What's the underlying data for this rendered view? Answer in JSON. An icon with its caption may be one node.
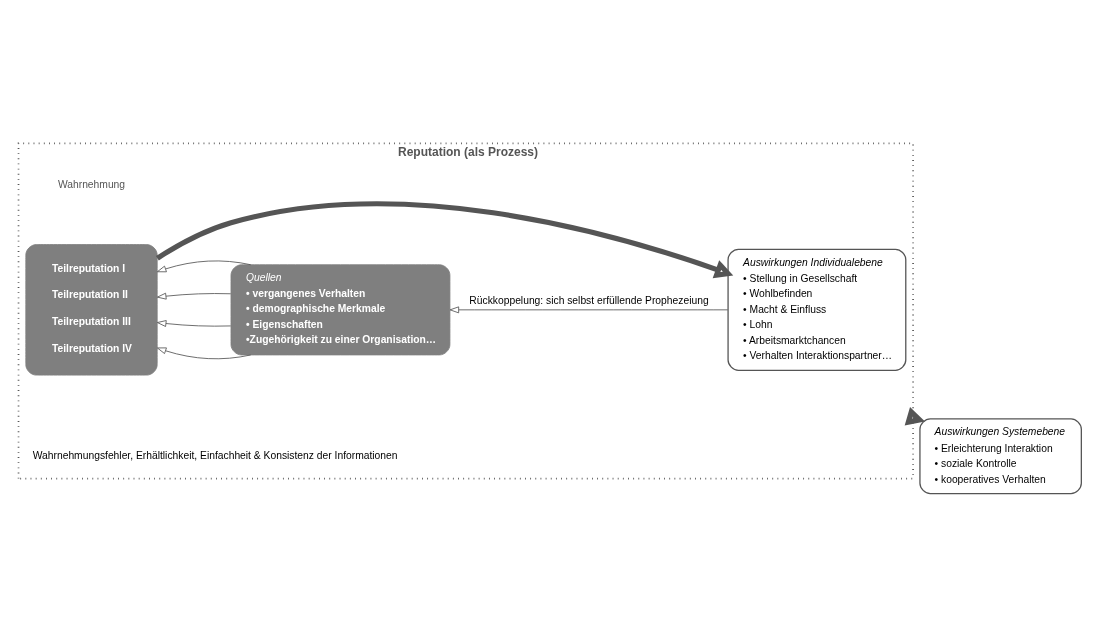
{
  "diagram": {
    "nodes": [
      {
        "text": [
          "Reputation (als Prozess)"
        ]
      },
      {
        "text": [
          "Quellen",
          "• vergangenes Verhalten",
          "• demographische Merkmale",
          "• Eigenschaften",
          "•Zugehörigkeit zu einer Organisation…"
        ],
        "in": 0
      },
      {
        "text": [
          "Teilreputation I",
          "Teilreputation II",
          "Teilreputation III",
          "Teilreputation IV"
        ],
        "in": 0
      },
      {
        "text": [
          "Auswirkungen Individualebene",
          "• Stellung in Gesellschaft",
          "• Wohlbefinden",
          "• Macht & Einfluss",
          "• Lohn",
          "• Arbeitsmarktchancen",
          "• Verhalten Interaktionspartner…"
        ],
        "in": 0
      },
      {
        "text": [
          "Auswirkungen Systemebene",
          "• Erleichterung Interaktion",
          "• soziale Kontrolle",
          "• kooperatives Verhalten"
        ]
      }
    ],
    "edges": [
      {
        "from": 1,
        "to": 2,
        "arrow": "to"
      },
      {
        "from": 1,
        "to": 2,
        "arrow": "to"
      },
      {
        "from": 1,
        "to": 2,
        "arrow": "to"
      },
      {
        "from": 1,
        "to": 2,
        "arrow": "to"
      },
      {
        "from": 2,
        "to": 3,
        "arrow": "to",
        "style": "thick"
      },
      {
        "from": 3,
        "to": 1,
        "arrow": "to",
        "label": "Rückkoppelung: sich selbst erfüllende Prophezeiung"
      },
      {
        "from": 0,
        "to": 4,
        "arrow": "to",
        "style": "thick"
      }
    ],
    "labels": [
      "Wahrnehmung",
      "Wahrnehmungsfehler, Erhältlichkeit, Einfachheit & Konsistenz der Informationen"
    ]
  }
}
